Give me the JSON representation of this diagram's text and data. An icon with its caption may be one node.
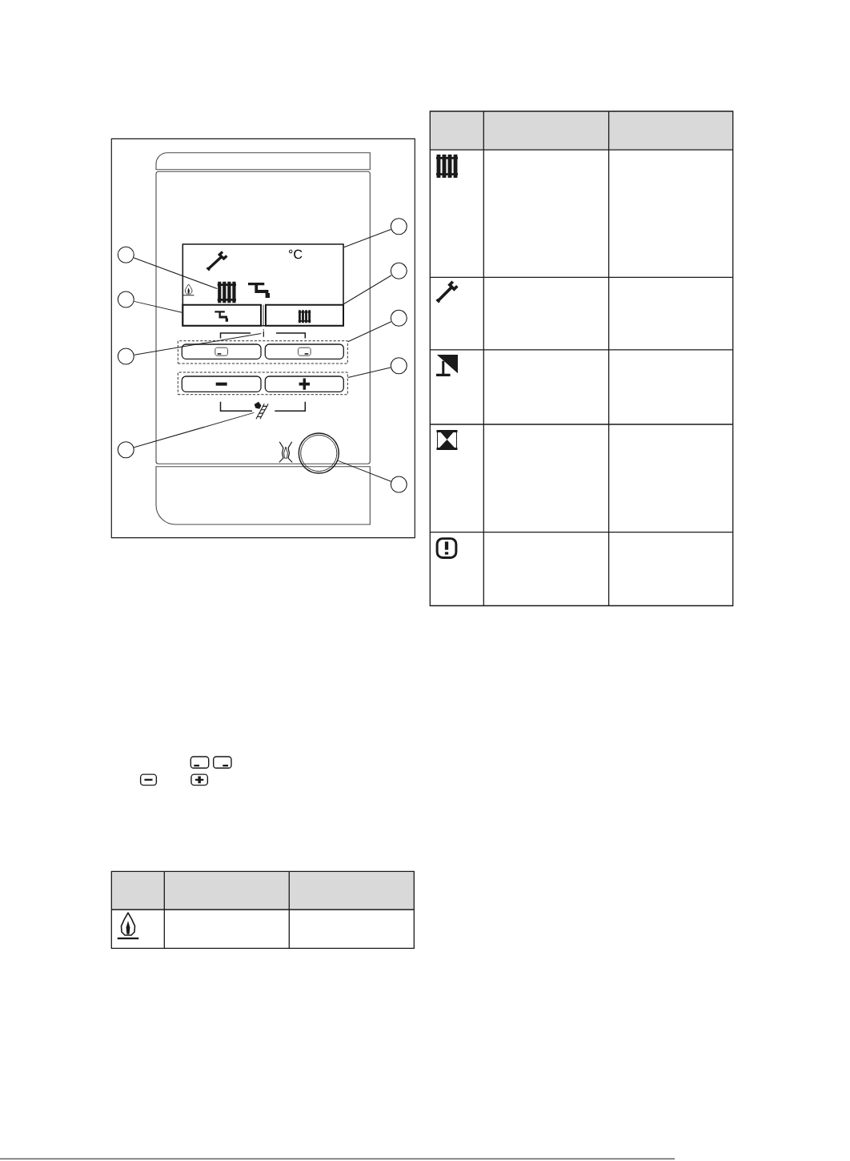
{
  "diagram": {
    "nodes": [
      {
        "text": [
          "°C"
        ]
      },
      {
        "text": [],
        "shape": "picture",
        "in": 0
      },
      {
        "text": [],
        "shape": "box",
        "in": 0
      },
      {
        "text": [],
        "shape": "box",
        "in": 0
      },
      {
        "text": [
          "i"
        ]
      },
      {
        "text": [],
        "shape": "box"
      },
      {
        "text": [],
        "shape": "box"
      },
      {
        "text": [],
        "shape": "picture"
      },
      {
        "text": [],
        "shape": "circle"
      },
      {
        "text": [],
        "shape": "circle"
      },
      {
        "text": [],
        "shape": "circle"
      },
      {
        "text": [],
        "shape": "circle"
      },
      {
        "text": [],
        "shape": "circle"
      },
      {
        "text": [],
        "shape": "circle"
      },
      {
        "text": [],
        "shape": "circle"
      },
      {
        "text": [],
        "shape": "circle"
      },
      {
        "text": [],
        "shape": "circle"
      },
      {
        "text": [],
        "shape": "circle"
      }
    ],
    "edges": [
      {
        "from": 9,
        "to": 1,
        "arrow": "none"
      },
      {
        "from": 10,
        "to": 2,
        "arrow": "none"
      },
      {
        "from": 11,
        "to": 4,
        "arrow": "none"
      },
      {
        "from": 12,
        "to": 7,
        "arrow": "none"
      },
      {
        "from": 13,
        "to": 0,
        "arrow": "none"
      },
      {
        "from": 14,
        "to": 3,
        "arrow": "none"
      },
      {
        "from": 15,
        "to": 5,
        "arrow": "none"
      },
      {
        "from": 16,
        "to": 6,
        "arrow": "none"
      },
      {
        "from": 17,
        "to": 8,
        "arrow": "none"
      }
    ]
  }
}
